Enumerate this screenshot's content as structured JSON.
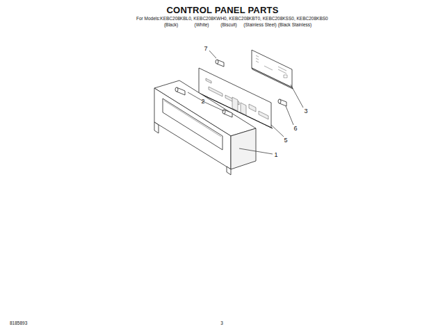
{
  "diagram": {
    "title": "CONTROL PANEL PARTS",
    "labels": [
      "For Models:KEBC208KBL0, KEBC208KWH0, KEBC208KBT0, KEBC208KSS0, KEBC208KBS0",
      "(Black)",
      "(White)",
      "(Biscuit)",
      "(Stainless Steel)",
      "(Black Stainless)",
      "7",
      "2",
      "3",
      "6",
      "5",
      "1",
      "8185893",
      "3"
    ]
  }
}
